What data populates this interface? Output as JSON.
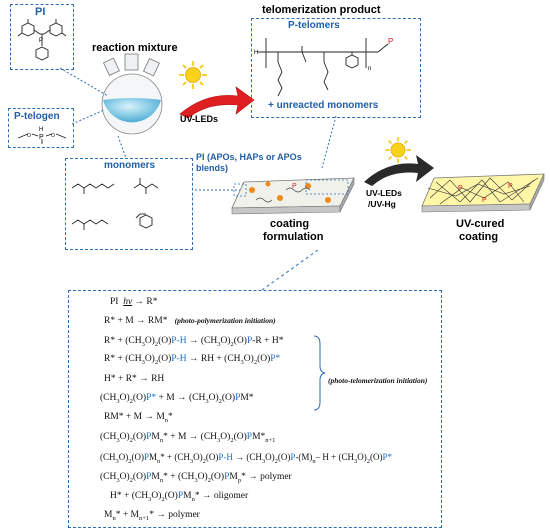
{
  "labels": {
    "pi": "PI",
    "reaction_mixture": "reaction mixture",
    "p_telogen": "P-telogen",
    "monomers": "monomers",
    "uv_leds": "UV-LEDs",
    "telomerization_product": "telomerization product",
    "p_telomers": "P-telomers",
    "unreacted": "+ unreacted monomers",
    "pi_types": "PI (APOs, HAPs or APOs blends)",
    "coating_formulation_1": "coating",
    "coating_formulation_2": "formulation",
    "uv_leds_hg_1": "UV-LEDs",
    "uv_leds_hg_2": "/UV-Hg",
    "uv_cured_1": "UV-cured",
    "uv_cured_2": "coating"
  },
  "mechanism": {
    "photo_polymerization_note": "(photo-polymerization initiation)",
    "photo_telomerization_note": "(photo-telomerization initiation)",
    "plain_eqs": [
      "R* + M",
      "RM*",
      "H* + R*",
      "RH",
      "RM* + M",
      "polymer",
      "oligomer"
    ]
  },
  "colors": {
    "accent_blue": "#2f6db5",
    "p_blue": "#1f6fc0",
    "arrow_red": "#e02020",
    "sun": "#f5c400"
  }
}
